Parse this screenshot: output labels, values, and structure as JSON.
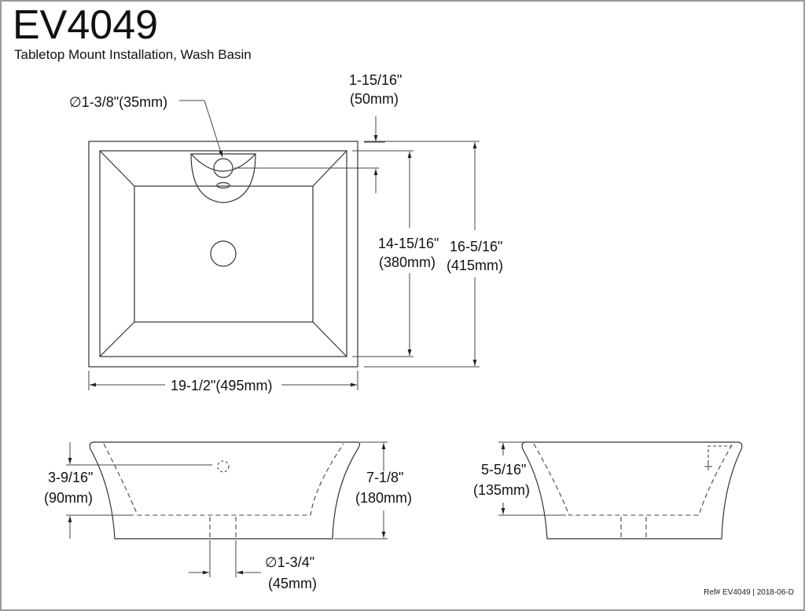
{
  "header": {
    "model": "EV4049",
    "subtitle": "Tabletop Mount Installation, Wash Basin"
  },
  "top_view": {
    "faucet_hole": "∅1-3/8\"(35mm)",
    "edge_to_hole_in": "1-15/16\"",
    "edge_to_hole_mm": "(50mm)",
    "inner_depth_in": "14-15/16\"",
    "inner_depth_mm": "(380mm)",
    "outer_depth_in": "16-5/16\"",
    "outer_depth_mm": "(415mm)",
    "width": "19-1/2\"(495mm)"
  },
  "front_view": {
    "overflow_height_in": "3-9/16\"",
    "overflow_height_mm": "(90mm)",
    "total_height_in": "7-1/8\"",
    "total_height_mm": "(180mm)",
    "drain_diameter_in": "∅1-3/4\"",
    "drain_diameter_mm": "(45mm)"
  },
  "side_view": {
    "bowl_depth_in": "5-5/16\"",
    "bowl_depth_mm": "(135mm)"
  },
  "footer": {
    "reference": "Ref# EV4049 | 2018-06-D"
  }
}
